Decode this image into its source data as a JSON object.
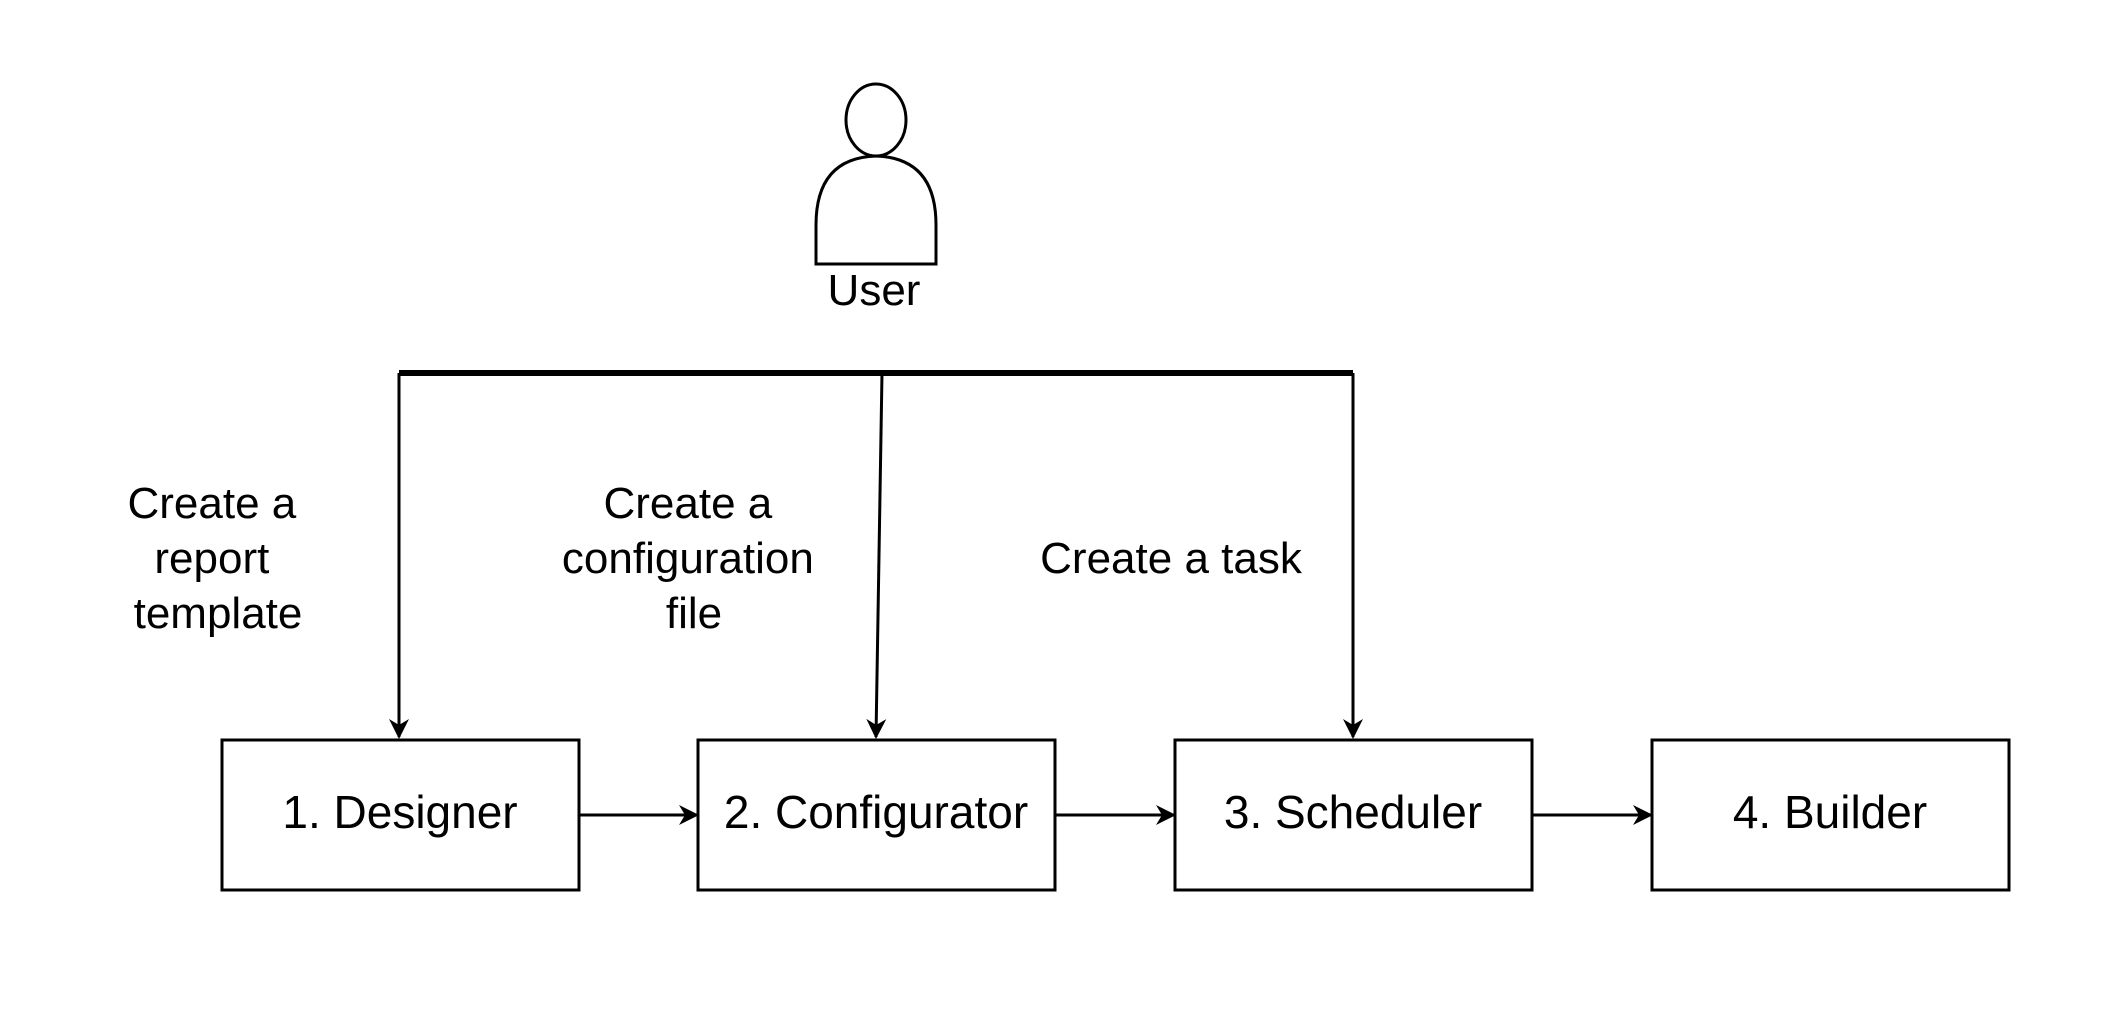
{
  "actor": {
    "label": "User",
    "icon": "user-icon"
  },
  "edge_labels": {
    "designer": [
      "Create a",
      "report",
      "template"
    ],
    "configurator": [
      "Create a",
      "configuration",
      "file"
    ],
    "scheduler": [
      "Create a task"
    ]
  },
  "nodes": [
    {
      "id": "designer",
      "label": "1. Designer"
    },
    {
      "id": "configurator",
      "label": "2. Configurator"
    },
    {
      "id": "scheduler",
      "label": "3. Scheduler"
    },
    {
      "id": "builder",
      "label": "4. Builder"
    }
  ],
  "colors": {
    "stroke": "#000000",
    "fill": "#ffffff"
  }
}
